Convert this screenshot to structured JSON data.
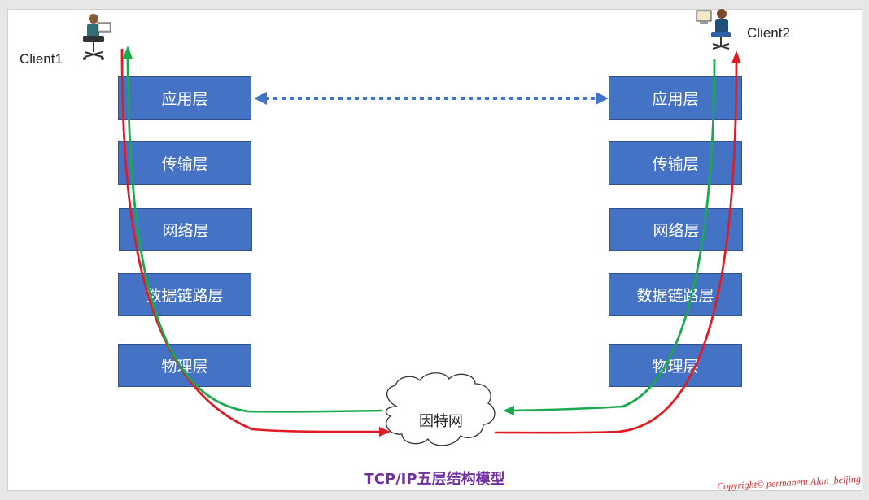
{
  "clients": {
    "left": {
      "label": "Client1"
    },
    "right": {
      "label": "Client2"
    }
  },
  "layers": {
    "left": [
      "应用层",
      "传输层",
      "网络层",
      "数据链路层",
      "物理层"
    ],
    "right": [
      "应用层",
      "传输层",
      "网络层",
      "数据链路层",
      "物理层"
    ]
  },
  "network": {
    "label": "因特网"
  },
  "caption": "TCP/IP五层结构模型",
  "copyright": "Copyright© permanent  Alan_beijing",
  "colors": {
    "layer_fill": "#4472c4",
    "peer_arrow": "#4472c4",
    "send_path": "#e01b24",
    "return_path": "#1aaa4b",
    "caption": "#7030a0",
    "copyright": "#e0292e"
  }
}
